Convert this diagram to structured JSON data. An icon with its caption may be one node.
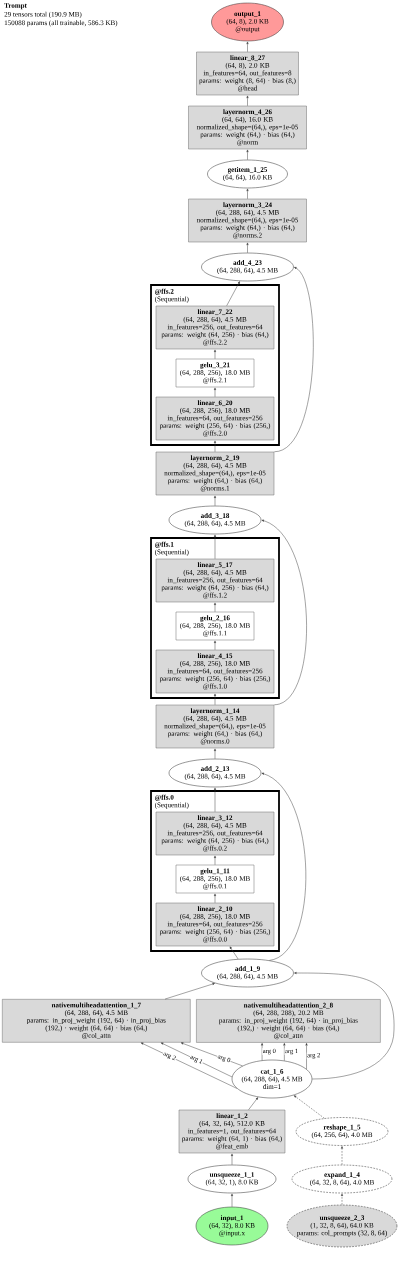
{
  "diagram": {
    "title": "Trompt",
    "nodes": [
      {
        "text": [
          "output_1",
          "(64, 8), 2.0 KB",
          "@output"
        ]
      },
      {
        "text": [
          "linear_8_27",
          "(64, 8), 2.0 KB",
          "in_features=64, out_features=8",
          "params: weight (8, 64) · bias (8,)",
          "@head"
        ]
      },
      {
        "text": [
          "layernorm_4_26",
          "(64, 64), 16.0 KB",
          "normalized_shape=(64,), eps=1e-05",
          "params: weight (64,) · bias (64,)",
          "@norm"
        ]
      },
      {
        "text": [
          "getitem_1_25",
          "(64, 64), 16.0 KB"
        ]
      },
      {
        "text": [
          "layernorm_3_24",
          "(64, 288, 64), 4.5 MB",
          "normalized_shape=(64,), eps=1e-05",
          "params: weight (64,) · bias (64,)",
          "@norms.2"
        ]
      },
      {
        "text": [
          "add_4_23",
          "(64, 288, 64), 4.5 MB"
        ]
      },
      {
        "text": [
          "@ffs.2",
          "(Sequential)"
        ]
      },
      {
        "text": [
          "linear_7_22",
          "(64, 288, 64), 4.5 MB",
          "in_features=256, out_features=64",
          "params: weight (64, 256) · bias (64,)",
          "@ffs.2.2"
        ],
        "in": 6
      },
      {
        "text": [
          "gelu_3_21",
          "(64, 288, 256), 18.0 MB",
          "@ffs.2.1"
        ],
        "in": 6
      },
      {
        "text": [
          "linear_6_20",
          "(64, 288, 256), 18.0 MB",
          "in_features=64, out_features=256",
          "params: weight (256, 64) · bias (256,)",
          "@ffs.2.0"
        ],
        "in": 6
      },
      {
        "text": [
          "layernorm_2_19",
          "(64, 288, 64), 4.5 MB",
          "normalized_shape=(64,), eps=1e-05",
          "params: weight (64,) · bias (64,)",
          "@norms.1"
        ]
      },
      {
        "text": [
          "add_3_18",
          "(64, 288, 64), 4.5 MB"
        ]
      },
      {
        "text": [
          "@ffs.1",
          "(Sequential)"
        ]
      },
      {
        "text": [
          "linear_5_17",
          "(64, 288, 64), 4.5 MB",
          "in_features=256, out_features=64",
          "params: weight (64, 256) · bias (64,)",
          "@ffs.1.2"
        ],
        "in": 12
      },
      {
        "text": [
          "gelu_2_16",
          "(64, 288, 256), 18.0 MB",
          "@ffs.1.1"
        ],
        "in": 12
      },
      {
        "text": [
          "linear_4_15",
          "(64, 288, 256), 18.0 MB",
          "in_features=64, out_features=256",
          "params: weight (256, 64) · bias (256,)",
          "@ffs.1.0"
        ],
        "in": 12
      },
      {
        "text": [
          "layernorm_1_14",
          "(64, 288, 64), 4.5 MB",
          "normalized_shape=(64,), eps=1e-05",
          "params: weight (64,) · bias (64,)",
          "@norms.0"
        ]
      },
      {
        "text": [
          "add_2_13",
          "(64, 288, 64), 4.5 MB"
        ]
      },
      {
        "text": [
          "@ffs.0",
          "(Sequential)"
        ]
      },
      {
        "text": [
          "linear_3_12",
          "(64, 288, 64), 4.5 MB",
          "in_features=256, out_features=64",
          "params: weight (64, 256) · bias (64,)",
          "@ffs.0.2"
        ],
        "in": 18
      },
      {
        "text": [
          "gelu_1_11",
          "(64, 288, 256), 18.0 MB",
          "@ffs.0.1"
        ],
        "in": 18
      },
      {
        "text": [
          "linear_2_10",
          "(64, 288, 256), 18.0 MB",
          "in_features=64, out_features=256",
          "params: weight (256, 64) · bias (256,)",
          "@ffs.0.0"
        ],
        "in": 18
      },
      {
        "text": [
          "add_1_9",
          "(64, 288, 64), 4.5 MB"
        ]
      },
      {
        "text": [
          "nativemultiheadattention_1_7",
          "(64, 288, 64), 4.5 MB",
          "params: in_proj_weight (192, 64) · in_proj_bias (192,) · weight (64, 64) · bias (64,)",
          "@col_attn"
        ]
      },
      {
        "text": [
          "nativemultiheadattention_2_8",
          "(64, 288, 288), 20.2 MB",
          "params: in_proj_weight (192, 64) · in_proj_bias (192,) · weight (64, 64) · bias (64,)",
          "@col_attn"
        ]
      },
      {
        "text": [
          "cat_1_6",
          "(64, 288, 64), 4.5 MB",
          "dim=1"
        ]
      },
      {
        "text": [
          "linear_1_2",
          "(64, 32, 64), 512.0 KB",
          "in_features=1, out_features=64",
          "params: weight (64, 1) · bias (64,)",
          "@feat_emb"
        ]
      },
      {
        "text": [
          "reshape_1_5",
          "(64, 256, 64), 4.0 MB"
        ]
      },
      {
        "text": [
          "unsqueeze_1_1",
          "(64, 32, 1), 8.0 KB"
        ]
      },
      {
        "text": [
          "expand_1_4",
          "(64, 32, 8, 64), 4.0 MB"
        ]
      },
      {
        "text": [
          "input_1",
          "(64, 32), 8.0 KB",
          "@input.x"
        ]
      },
      {
        "text": [
          "unsqueeze_2_3",
          "(1, 32, 8, 64), 64.0 KB",
          "params: col_prompts (32, 8, 64)"
        ]
      }
    ],
    "edges": [
      {
        "from": 1,
        "to": 0,
        "arrow": "to"
      },
      {
        "from": 2,
        "to": 1,
        "arrow": "to"
      },
      {
        "from": 3,
        "to": 2,
        "arrow": "to"
      },
      {
        "from": 4,
        "to": 3,
        "arrow": "to"
      },
      {
        "from": 5,
        "to": 4,
        "arrow": "to"
      },
      {
        "from": 7,
        "to": 5,
        "arrow": "to"
      },
      {
        "from": 10,
        "to": 5,
        "arrow": "to"
      },
      {
        "from": 8,
        "to": 7,
        "arrow": "to"
      },
      {
        "from": 9,
        "to": 8,
        "arrow": "to"
      },
      {
        "from": 10,
        "to": 9,
        "arrow": "to"
      },
      {
        "from": 11,
        "to": 10,
        "arrow": "to"
      },
      {
        "from": 13,
        "to": 11,
        "arrow": "to"
      },
      {
        "from": 16,
        "to": 11,
        "arrow": "to"
      },
      {
        "from": 14,
        "to": 13,
        "arrow": "to"
      },
      {
        "from": 15,
        "to": 14,
        "arrow": "to"
      },
      {
        "from": 16,
        "to": 15,
        "arrow": "to"
      },
      {
        "from": 17,
        "to": 16,
        "arrow": "to"
      },
      {
        "from": 19,
        "to": 17,
        "arrow": "to"
      },
      {
        "from": 22,
        "to": 17,
        "arrow": "to"
      },
      {
        "from": 20,
        "to": 19,
        "arrow": "to"
      },
      {
        "from": 21,
        "to": 20,
        "arrow": "to"
      },
      {
        "from": 22,
        "to": 21,
        "arrow": "to"
      },
      {
        "from": 23,
        "to": 22,
        "arrow": "to"
      },
      {
        "from": 25,
        "to": 22,
        "arrow": "to"
      },
      {
        "from": 25,
        "to": 23,
        "arrow": "to",
        "label": "arg 0"
      },
      {
        "from": 25,
        "to": 23,
        "arrow": "to",
        "label": "arg 1"
      },
      {
        "from": 25,
        "to": 23,
        "arrow": "to",
        "label": "arg 2"
      },
      {
        "from": 25,
        "to": 24,
        "arrow": "to",
        "label": "arg 0"
      },
      {
        "from": 25,
        "to": 24,
        "arrow": "to",
        "label": "arg 1"
      },
      {
        "from": 25,
        "to": 24,
        "arrow": "to",
        "label": "arg 2"
      },
      {
        "from": 26,
        "to": 25,
        "arrow": "to"
      },
      {
        "from": 27,
        "to": 25,
        "arrow": "to",
        "style": "dashed"
      },
      {
        "from": 28,
        "to": 26,
        "arrow": "to"
      },
      {
        "from": 29,
        "to": 27,
        "arrow": "to",
        "style": "dashed"
      },
      {
        "from": 30,
        "to": 28,
        "arrow": "to"
      },
      {
        "from": 31,
        "to": 29,
        "arrow": "to",
        "style": "dashed"
      }
    ],
    "labels": [
      "29 tensors total (190.9 MB)",
      "150088 params (all trainable, 586.3 KB)"
    ]
  }
}
